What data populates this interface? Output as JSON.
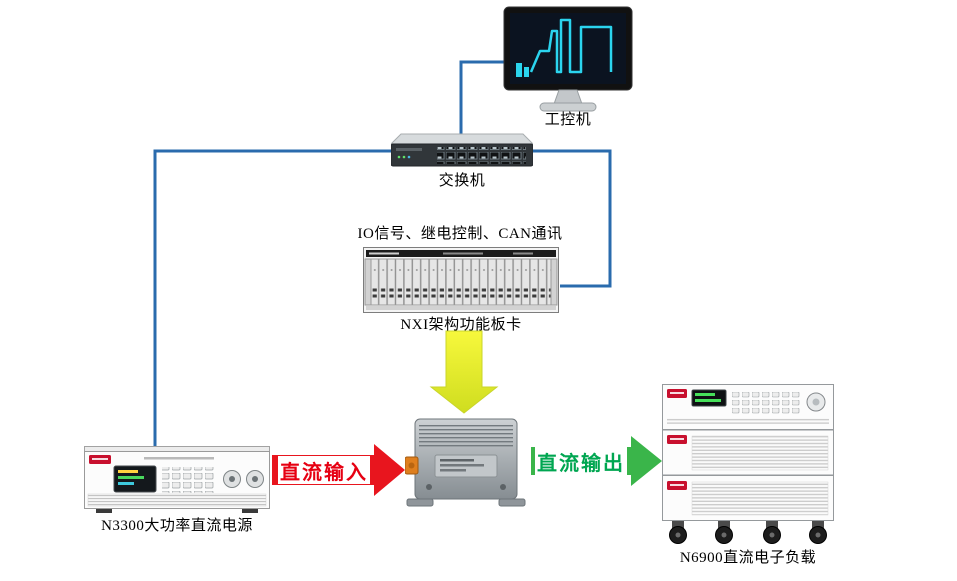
{
  "diagram": {
    "background": "#ffffff",
    "wire_color": "#2a6bad",
    "nodes": {
      "ipc": {
        "label": "工控机",
        "icon": "monitor-icon"
      },
      "switch": {
        "label": "交换机",
        "icon": "ethernet-switch-icon"
      },
      "nxi": {
        "label": "NXI架构功能板卡",
        "caption": "IO信号、继电控制、CAN通讯",
        "icon": "card-chassis-icon"
      },
      "psu": {
        "label": "N3300大功率直流电源",
        "icon": "dc-power-supply-icon"
      },
      "dut": {
        "icon": "dc-converter-icon"
      },
      "load": {
        "label": "N6900直流电子负载",
        "icon": "electronic-load-icon"
      }
    },
    "arrows": {
      "dc_input": {
        "label": "直流输入",
        "text_color": "#e60012",
        "fill": "#e8151e",
        "direction": "right"
      },
      "dc_output": {
        "label": "直流输出",
        "text_color": "#00a651",
        "fill": "#3ab54a",
        "direction": "right"
      },
      "control_bus": {
        "fill_top": "#f7f83c",
        "fill_bottom": "#cfdd1f",
        "direction": "down"
      }
    }
  }
}
